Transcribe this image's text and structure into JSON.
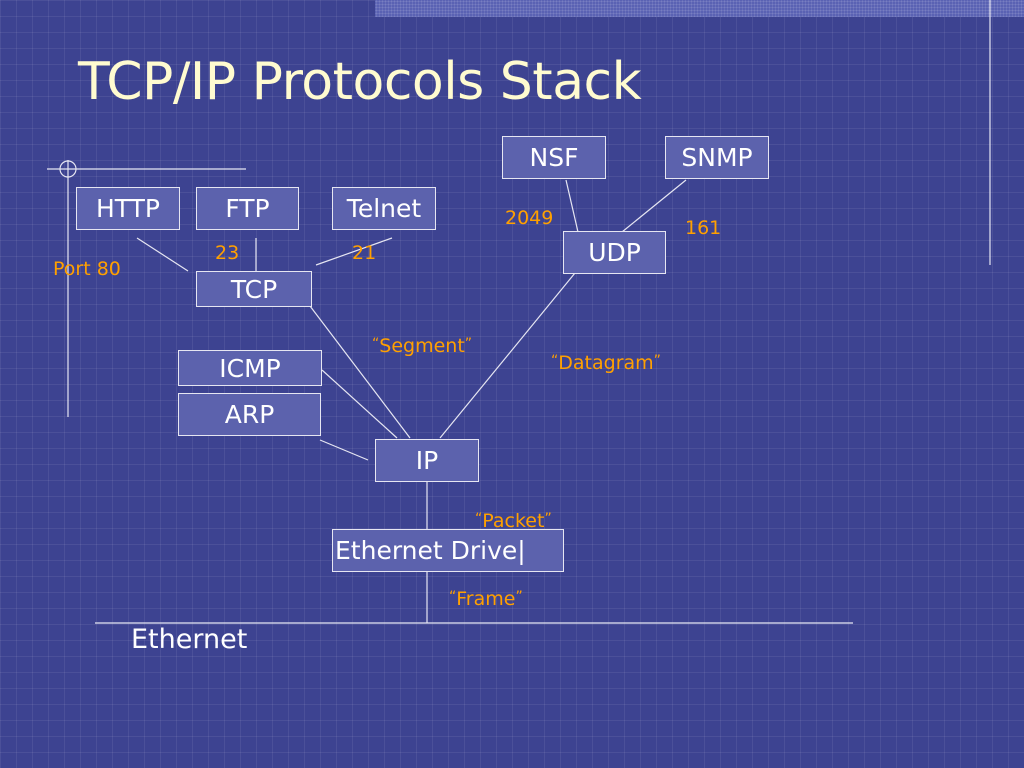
{
  "slide": {
    "title": "TCP/IP Protocols Stack",
    "colors": {
      "background": "#3d4391",
      "title": "#fffbd0",
      "box_fill": "#5c62ad",
      "box_border": "#e6e6f2",
      "label": "#ffa000",
      "line": "#e6e6f2"
    }
  },
  "boxes": {
    "http": "HTTP",
    "ftp": "FTP",
    "telnet": "Telnet",
    "nsf": "NSF",
    "snmp": "SNMP",
    "udp": "UDP",
    "tcp": "TCP",
    "icmp": "ICMP",
    "arp": "ARP",
    "ip": "IP",
    "ethernet_driver": "Ethernet Drive|"
  },
  "labels": {
    "port80": "Port 80",
    "port23": "23",
    "port21": "21",
    "port2049": "2049",
    "port161": "161",
    "segment": "Segment",
    "datagram": "Datagram",
    "packet": "Packet",
    "frame": "Frame",
    "quote_open": "“",
    "quote_close": "”"
  },
  "network": {
    "bus_label": "Ethernet"
  }
}
